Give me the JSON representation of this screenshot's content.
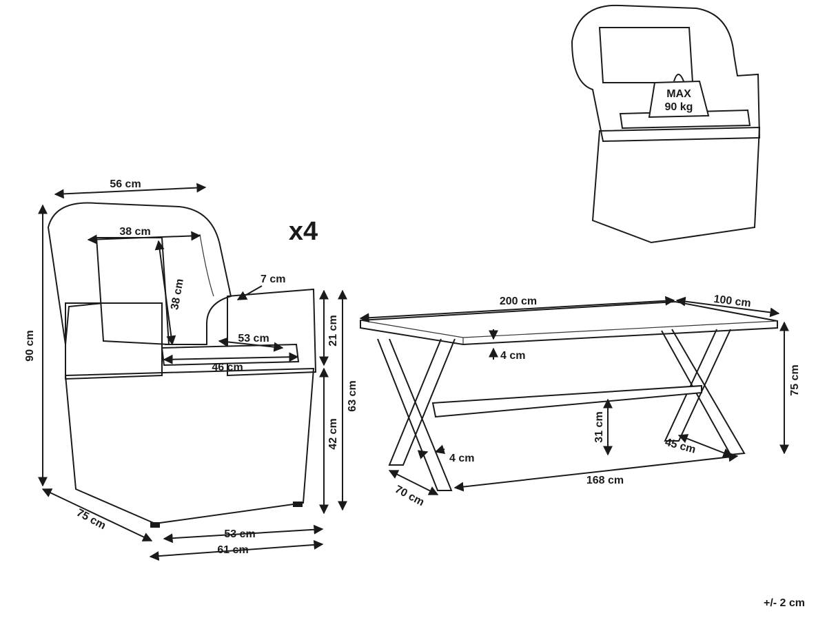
{
  "chair": {
    "width_top": "56 cm",
    "backrest_width": "38 cm",
    "backrest_height": "38 cm",
    "arm_width": "7 cm",
    "seat_depth": "53 cm",
    "seat_width": "46 cm",
    "arm_height": "21 cm",
    "arm_total_height": "63 cm",
    "seat_height": "42 cm",
    "total_height": "90 cm",
    "depth": "75 cm",
    "base_width": "53 cm",
    "total_width": "61 cm",
    "quantity": "x4"
  },
  "load": {
    "line1": "MAX",
    "line2": "90 kg"
  },
  "table": {
    "length": "200 cm",
    "width": "100 cm",
    "top_thickness": "4 cm",
    "height": "75 cm",
    "stretcher_height": "31 cm",
    "leg_width": "45 cm",
    "leg_thickness": "4 cm",
    "leg_span": "168 cm",
    "leg_depth": "70 cm"
  },
  "tolerance": "+/- 2 cm"
}
